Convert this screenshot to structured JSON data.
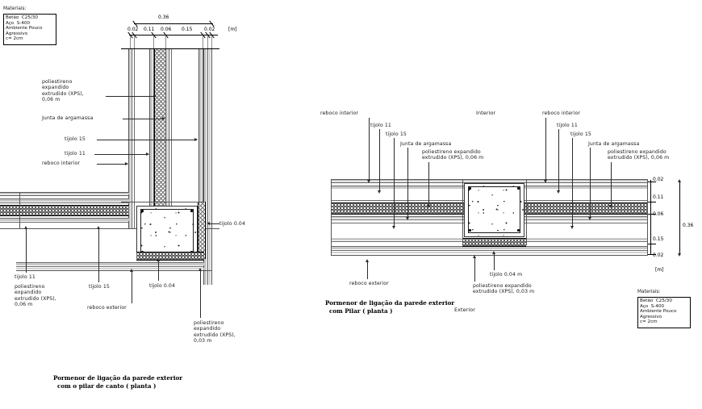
{
  "drawing": {
    "units_note": "[m]",
    "materials_title": "Materiais:",
    "materials_lines": "Betão  C25/30\nAço  S-400\nAmbiente Pouco\nAgressivo\nc= 2cm"
  },
  "left_detail": {
    "title": "Pormenor de ligação da parede exterior\n  com o pilar de canto ( planta )",
    "dims": {
      "total": "0.36",
      "segments": [
        "0.02",
        "0.11",
        "0.06",
        "0.15",
        "0.02"
      ],
      "unit": "[m]"
    },
    "labels_left": [
      "poliestireno\nexpandido\nextrudido (XPS),\n0,06 m",
      "Junta de argamassa",
      "tijolo 15",
      "tijolo 11",
      "reboco interior"
    ],
    "labels_bottom": [
      "tijolo 11",
      "poliestireno\nexpandido\nextrudido (XPS),\n0,06 m",
      "tijolo 15",
      "reboco exterior",
      "tijolo 0.04",
      "poliestireno\nexpandido\nextrudido (XPS),\n0,03 m"
    ],
    "label_right": "tijolo 0.04"
  },
  "right_detail": {
    "title": "Pormenor de ligação da parede exterior\n  com Pilar ( planta )",
    "side_interior": "Interior",
    "side_exterior": "Exterior",
    "labels_top_left": [
      "reboco interior",
      "tijolo 11",
      "tijolo 15",
      "Junta de argamassa",
      "poliestireno expandido\nextrudido (XPS), 0,06 m"
    ],
    "labels_top_right": [
      "reboco interior",
      "tijolo 11",
      "tijolo 15",
      "Junta de argamassa",
      "poliestireno expandido\nextrudido (XPS), 0,06 m"
    ],
    "labels_bottom": [
      "reboco exterior",
      "poliestireno expandido\nextrudido (XPS), 0,03 m",
      "tijolo 0.04 m"
    ],
    "dims": {
      "total": "0.36",
      "segments": [
        "0.02",
        "0.11",
        "0.06",
        "0.15",
        "0.02"
      ],
      "unit": "[m]"
    }
  }
}
